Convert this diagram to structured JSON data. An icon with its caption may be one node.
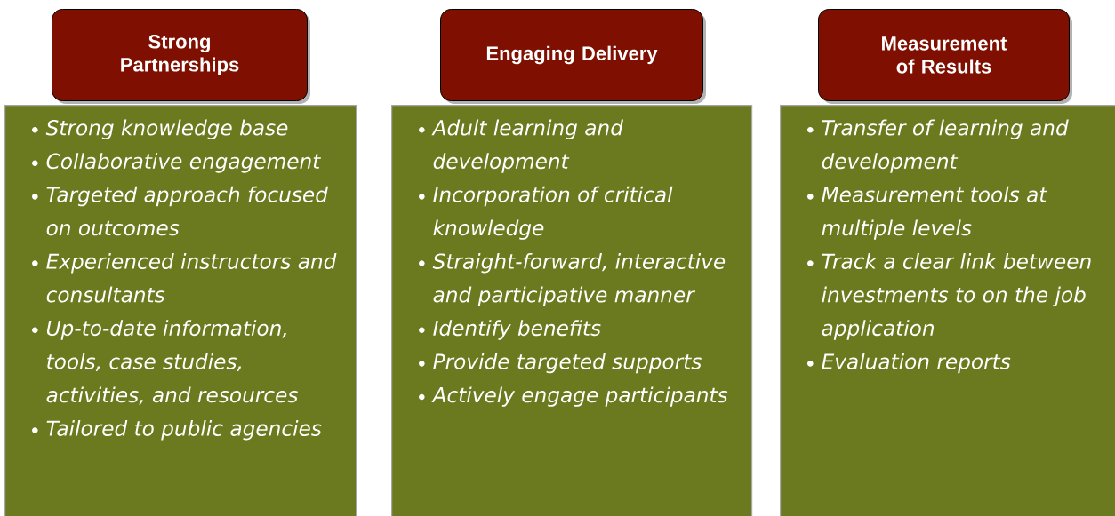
{
  "diagram": {
    "nodes": [
      {
        "text": [
          "Strong Partnerships"
        ]
      },
      {
        "text": [
          "Strong knowledge base",
          "Collaborative engagement",
          "Targeted approach focused on outcomes",
          "Experienced instructors and consultants",
          "Up-to-date information, tools, case studies, activities, and resources",
          "Tailored to public agencies"
        ]
      },
      {
        "text": [
          "Engaging Delivery"
        ]
      },
      {
        "text": [
          "Adult learning and development",
          "Incorporation of critical knowledge",
          "Straight-forward, interactive and participative manner",
          "Identify benefits",
          "Provide targeted supports",
          "Actively engage participants"
        ]
      },
      {
        "text": [
          "Measurement of Results"
        ]
      },
      {
        "text": [
          "Transfer of learning and development",
          "Measurement tools at multiple levels",
          "Track a clear link between investments to on the job application",
          "Evaluation reports"
        ]
      }
    ]
  }
}
